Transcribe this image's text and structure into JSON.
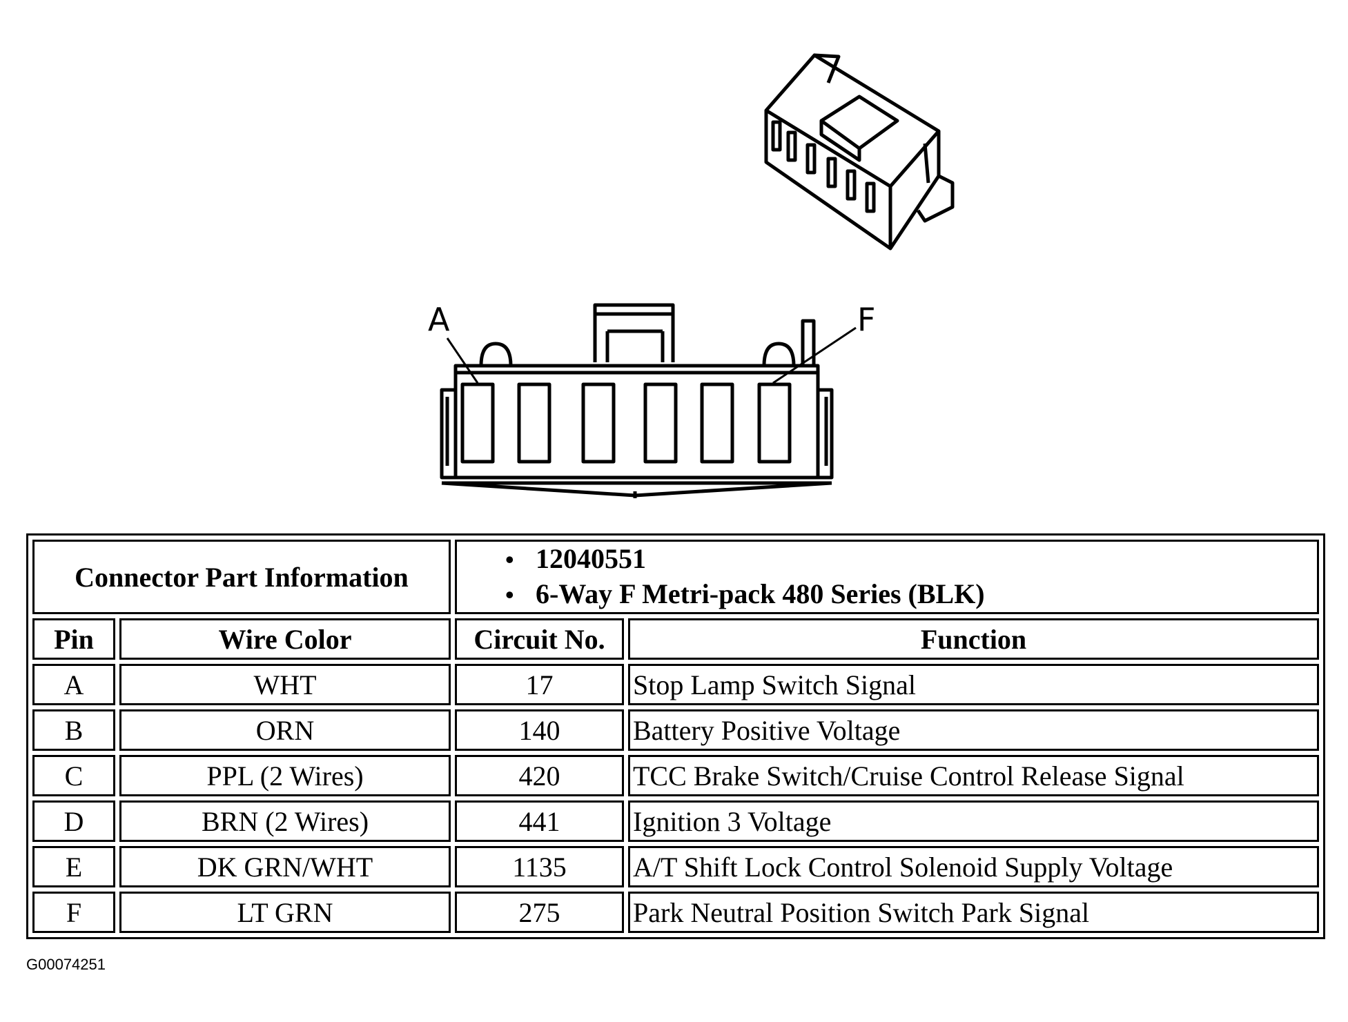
{
  "diagram": {
    "pin_label_left": "A",
    "pin_label_right": "F",
    "cavity_count": 6
  },
  "table": {
    "part_info_label": "Connector Part Information",
    "part_info_values": [
      "12040551",
      "6-Way F Metri-pack 480 Series (BLK)"
    ],
    "headers": {
      "pin": "Pin",
      "wire_color": "Wire Color",
      "circuit_no": "Circuit No.",
      "function": "Function"
    },
    "rows": [
      {
        "pin": "A",
        "wire_color": "WHT",
        "circuit_no": "17",
        "function": "Stop Lamp Switch Signal"
      },
      {
        "pin": "B",
        "wire_color": "ORN",
        "circuit_no": "140",
        "function": "Battery Positive Voltage"
      },
      {
        "pin": "C",
        "wire_color": "PPL (2 Wires)",
        "circuit_no": "420",
        "function": "TCC Brake Switch/Cruise Control Release Signal"
      },
      {
        "pin": "D",
        "wire_color": "BRN (2 Wires)",
        "circuit_no": "441",
        "function": "Ignition 3 Voltage"
      },
      {
        "pin": "E",
        "wire_color": "DK GRN/WHT",
        "circuit_no": "1135",
        "function": "A/T Shift Lock Control Solenoid Supply Voltage"
      },
      {
        "pin": "F",
        "wire_color": "LT GRN",
        "circuit_no": "275",
        "function": "Park Neutral Position Switch Park Signal"
      }
    ]
  },
  "footer": {
    "figure_id": "G00074251"
  }
}
